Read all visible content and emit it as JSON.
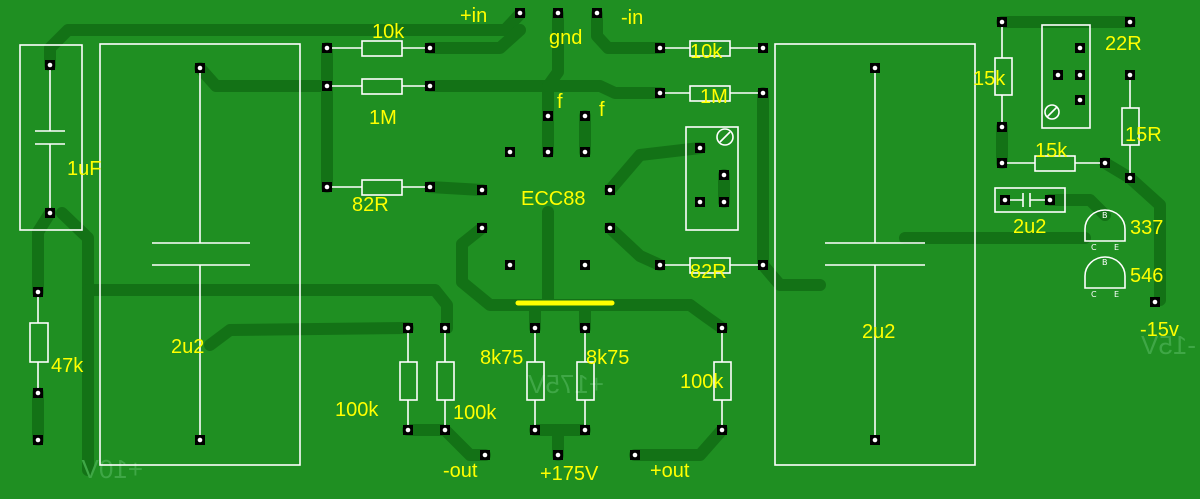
{
  "board": {
    "background_color": "#1f8f22",
    "trace_color": "#137216",
    "label_color": "#ffff00",
    "outline_color": "#ffffff",
    "copper_text_color": "#3fa746",
    "highlight_color": "#ffff00"
  },
  "connectors": {
    "plus_in": "+in",
    "gnd": "gnd",
    "minus_in": "-in",
    "minus_out": "-out",
    "plus_175v": "+175V",
    "plus_out": "+out",
    "minus_15v": "-15v"
  },
  "input_stage": {
    "left_series_resistor": "10k",
    "left_grid_resistor": "1M",
    "left_stopper_resistor": "82R",
    "right_series_resistor": "10k",
    "right_grid_resistor": "1M",
    "right_stopper_resistor": "82R"
  },
  "tube": {
    "type": "ECC88",
    "heater_a": "f",
    "heater_b": "f"
  },
  "left_side": {
    "small_cap": "1uF",
    "big_cap": "2u2",
    "resistor": "47k"
  },
  "bottom_resistors": {
    "left_a": "100k",
    "left_b": "100k",
    "mid_a": "8k75",
    "mid_b": "8k75",
    "right": "100k"
  },
  "right_side": {
    "big_cap": "2u2",
    "resistor_vertical": "15k",
    "resistor_22r": "22R",
    "resistor_15r": "15R",
    "resistor_horizontal": "15k",
    "small_cap": "2u2",
    "transistor_upper": "337",
    "transistor_lower": "546",
    "pin_b": "B",
    "pin_c": "C",
    "pin_e": "E"
  },
  "copper_layer_text": {
    "left": "+10V",
    "middle": "+175V",
    "right": "-15V"
  }
}
